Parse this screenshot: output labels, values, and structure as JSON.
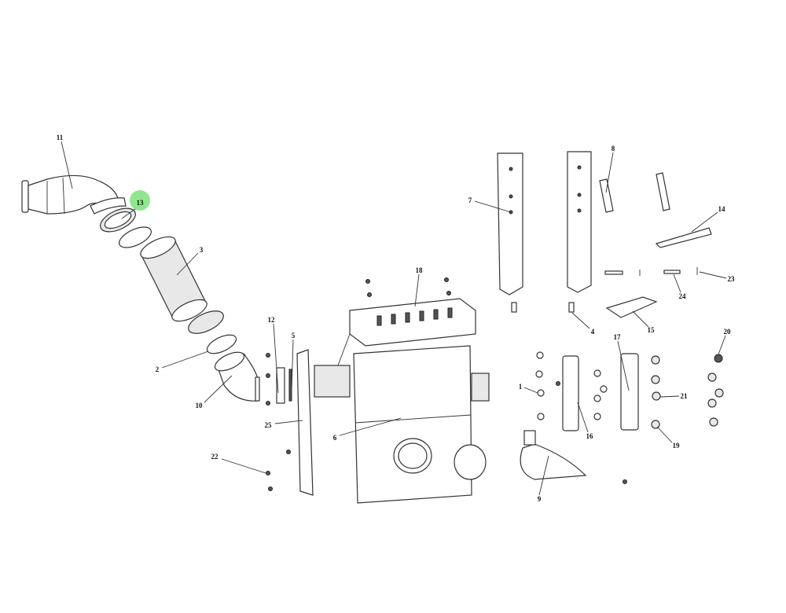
{
  "diagram": {
    "highlight_color": "#7ee07e",
    "highlighted_callout": "13",
    "callouts": [
      {
        "id": "11",
        "label": "11"
      },
      {
        "id": "13",
        "label": "13"
      },
      {
        "id": "3",
        "label": "3"
      },
      {
        "id": "2",
        "label": "2"
      },
      {
        "id": "10",
        "label": "10"
      },
      {
        "id": "12",
        "label": "12"
      },
      {
        "id": "5",
        "label": "5"
      },
      {
        "id": "25",
        "label": "25"
      },
      {
        "id": "22",
        "label": "22"
      },
      {
        "id": "18",
        "label": "18"
      },
      {
        "id": "6",
        "label": "6"
      },
      {
        "id": "7",
        "label": "7"
      },
      {
        "id": "8",
        "label": "8"
      },
      {
        "id": "14",
        "label": "14"
      },
      {
        "id": "23",
        "label": "23"
      },
      {
        "id": "24",
        "label": "24"
      },
      {
        "id": "4",
        "label": "4"
      },
      {
        "id": "15",
        "label": "15"
      },
      {
        "id": "20",
        "label": "20"
      },
      {
        "id": "17",
        "label": "17"
      },
      {
        "id": "1",
        "label": "1"
      },
      {
        "id": "16",
        "label": "16"
      },
      {
        "id": "21",
        "label": "21"
      },
      {
        "id": "19",
        "label": "19"
      },
      {
        "id": "9",
        "label": "9"
      }
    ]
  }
}
